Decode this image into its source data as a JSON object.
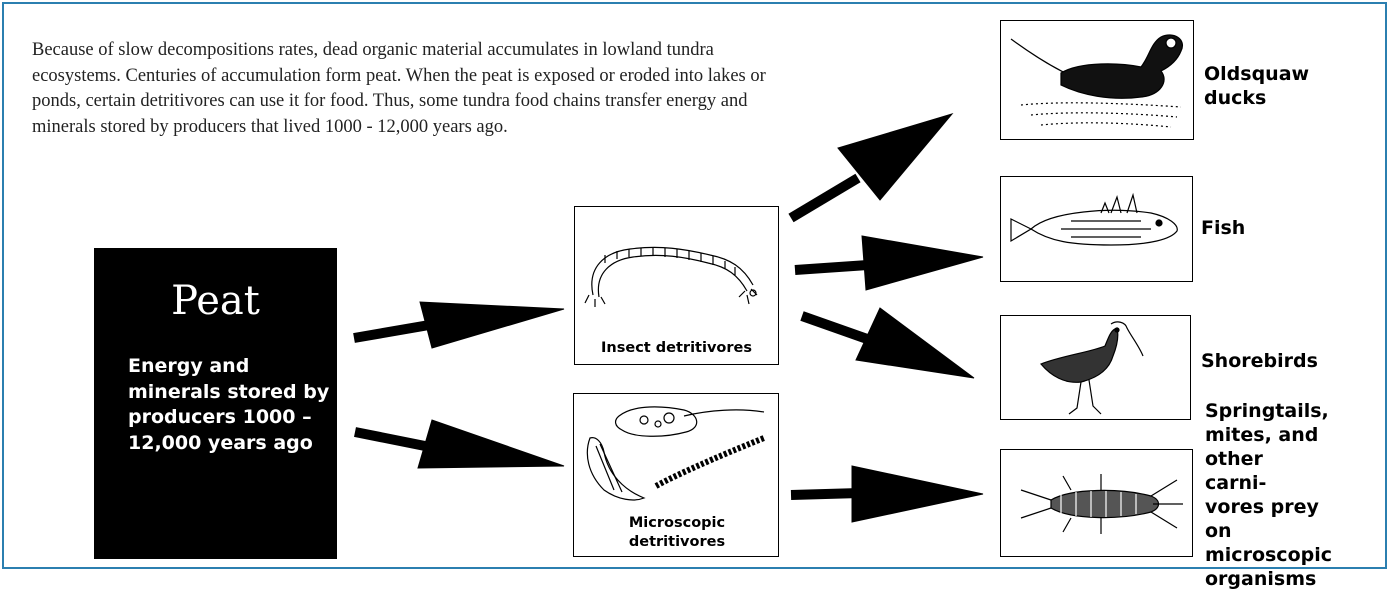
{
  "intro_text": "Because of slow decompositions rates, dead organic material accumulates in lowland tundra ecosystems.  Centuries of accumulation form peat.  When the peat is exposed or eroded into lakes or ponds, certain detritivores can use it for food. Thus, some tundra food chains transfer energy and minerals stored by producers that lived 1000 - 12,000 years ago.",
  "source": {
    "title": "Peat",
    "description": "Energy and minerals stored by producers 1000 – 12,000 years ago"
  },
  "detritivores": {
    "insect": "Insect detritivores",
    "microscopic": "Microscopic detritivores"
  },
  "consumers": {
    "ducks": "Oldsquaw ducks",
    "fish": "Fish",
    "shorebirds": "Shorebirds",
    "springtails": "Springtails, mites, and other carni- vores prey on microscopic organisms"
  },
  "colors": {
    "frame": "#2b7fb0",
    "arrow": "#000000",
    "peat_box": "#000000"
  },
  "icons": [
    "duck-icon",
    "fish-icon",
    "shorebird-icon",
    "springtail-icon",
    "larva-icon",
    "microorganisms-icon",
    "arrow-icon"
  ]
}
